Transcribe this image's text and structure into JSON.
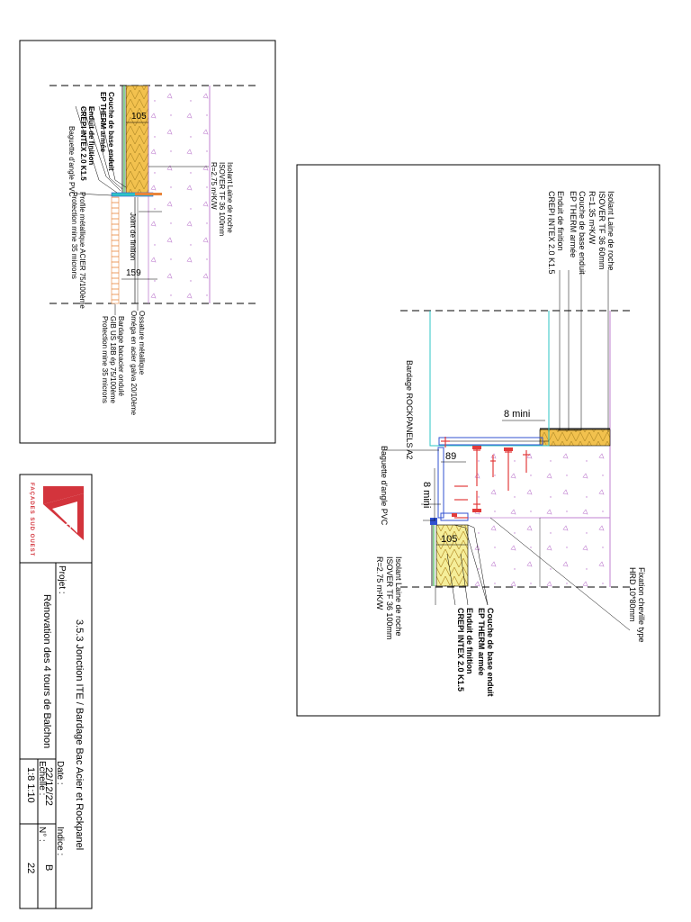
{
  "colors": {
    "insulation": "#f2c14e",
    "insulation_hatch": "#c8a030",
    "concrete": "#d9a6e6",
    "render_base": "#2ec4c4",
    "red_fix": "#e23b3b",
    "blue": "#3050d0",
    "green": "#3cb44b",
    "logo_red": "#d3343c"
  },
  "detail_left": {
    "dim_top": "105",
    "dim_bottom": "159",
    "labels": {
      "couche_base": "Couche de base enduit\nEP THERM armée",
      "enduit": "Enduit de finition\nCREPI INTEX 2.0 K1.5",
      "baguette": "Baguette d'angle PVC",
      "profile": "Profile métallique ACIER 75/100ème\nProtection mine 35 microns",
      "isolant": "Isolant Laine de roche\nISOVER TF 36 100mm\nR=2.75 m²K/W",
      "joint": "Joint de finition",
      "ossature": "Ossature métallique\nOméga en acier galva 20/10ème",
      "bardage": "Bardage bacacier ondulé\nGIB US 18B ép 75/100ème\nProtection mine 35 microns"
    }
  },
  "detail_right": {
    "dim_8mini_top": "8 mini",
    "dim_89": "89",
    "dim_8mini_mid": "8 mini",
    "dim_105": "105",
    "labels": {
      "isolant_top": "Isolant Laine de roche\nISOVER TF 36 60mm\nR=1.35 m²K/W",
      "couche_top": "Couche de base enduit\nEP THERM armée",
      "enduit_top": "Enduit de finition\nCREPI INTEX 2.0 K1.5",
      "bardage": "Bardage ROCKPANELS A2",
      "baguette": "Baguette d'angle PVC",
      "isolant_bottom": "Isolant Laine de roche\nISOVER TF 36 100mm\nR=2.75 m²K/W",
      "couche_bottom": "Couche de base enduit\nEP THERM armée",
      "enduit_bottom": "Enduit de finition\nCREPI INTEX 2.0 K1.5",
      "fixation": "Fixation cheville type\nHRD 10*80mm"
    }
  },
  "title_block": {
    "logo_main": "FSO",
    "logo_sub": "FAÇADES SUD OUEST",
    "title": "3.5.3 Jonction ITE / Bardage Bac Acier et Rockpanel",
    "projet_label": "Projet :",
    "projet_value": "Rénovation des 4 tours de Balchon",
    "date_label": "Date :",
    "date_value": "22/12/22",
    "indice_label": "Indice :",
    "indice_value": "B",
    "echelle_label": "Echelle :",
    "echelle_value": "1:8 1:10",
    "numero_label": "N° :",
    "numero_value": "22"
  }
}
